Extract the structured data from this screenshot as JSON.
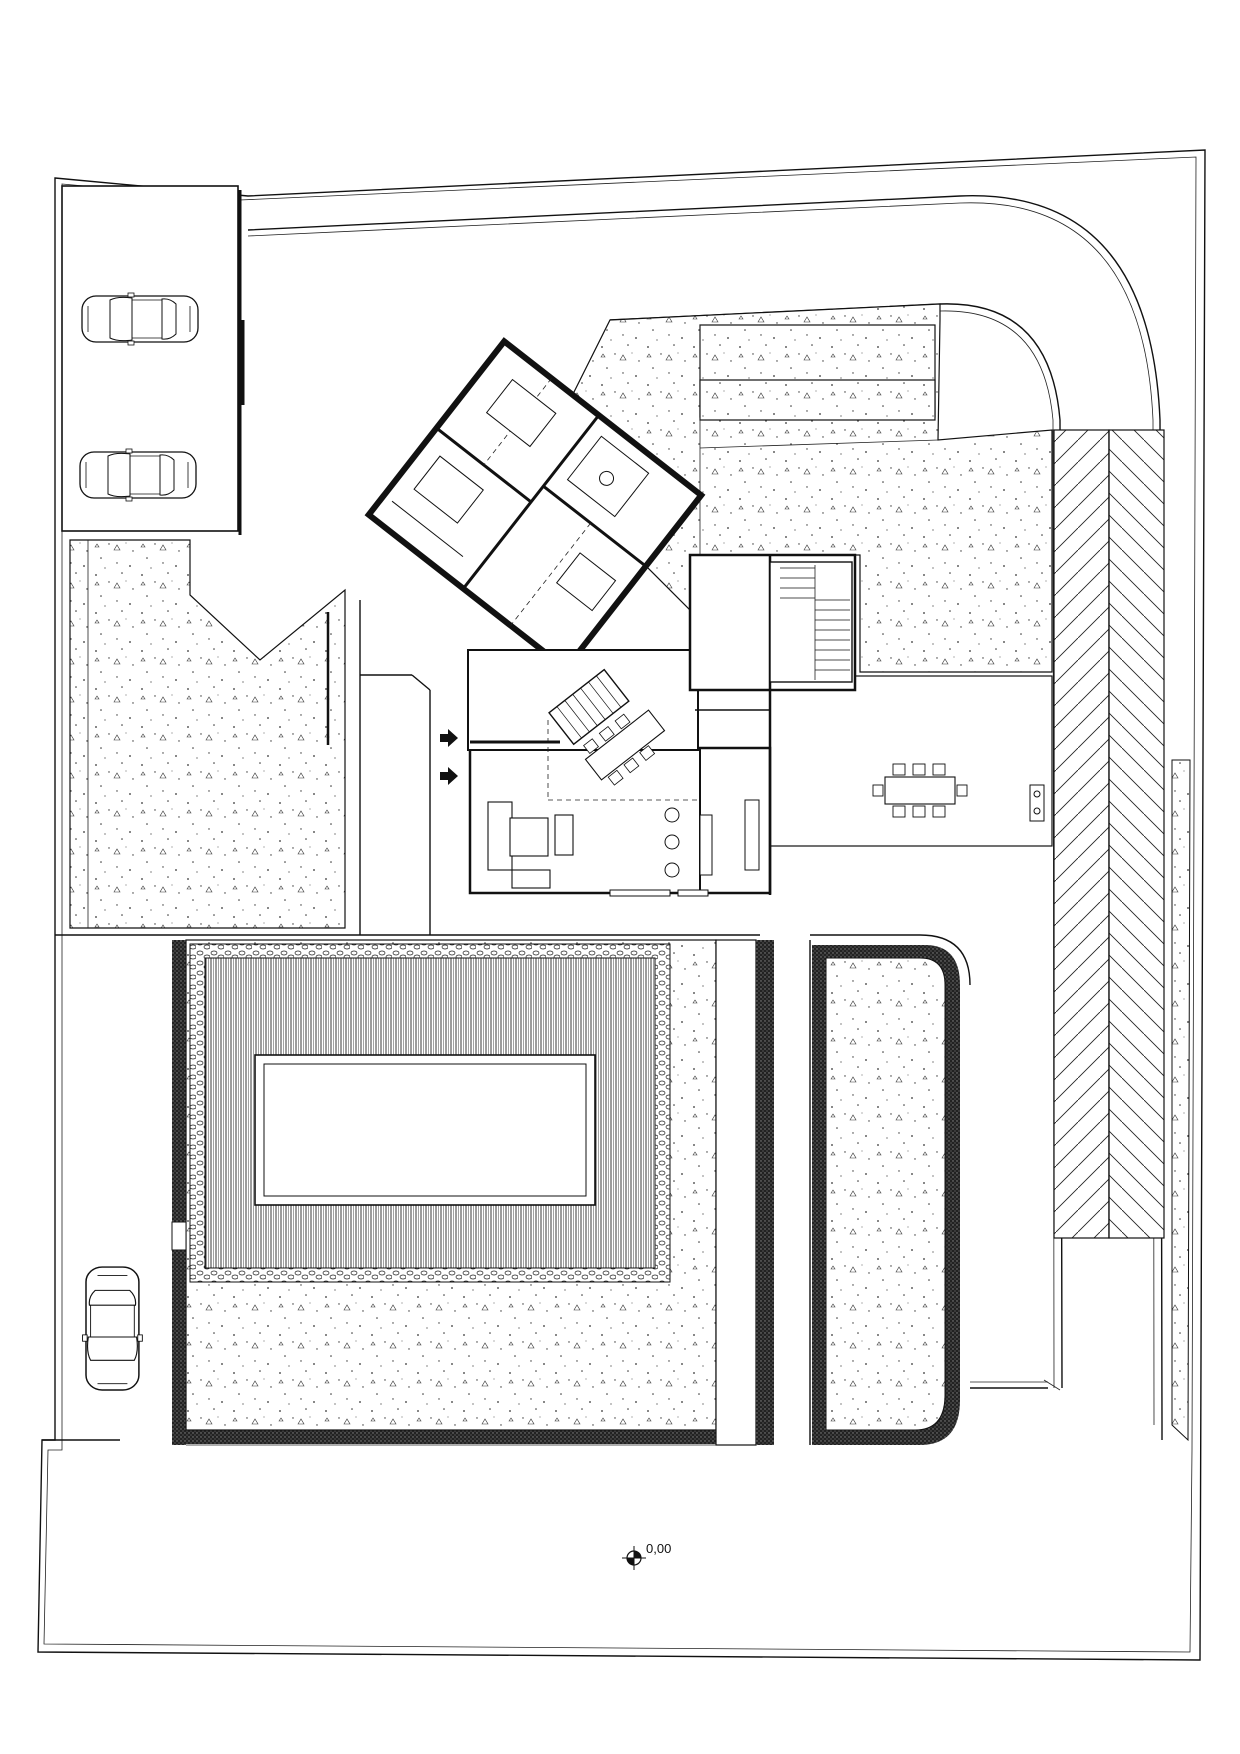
{
  "drawing": {
    "type": "site plan",
    "level_marker": {
      "value": "0,00"
    }
  },
  "symbols": {
    "cars": 3,
    "entrance_arrows": 2,
    "pool": 1,
    "level_marker_icon": "crosshair-level-icon"
  }
}
